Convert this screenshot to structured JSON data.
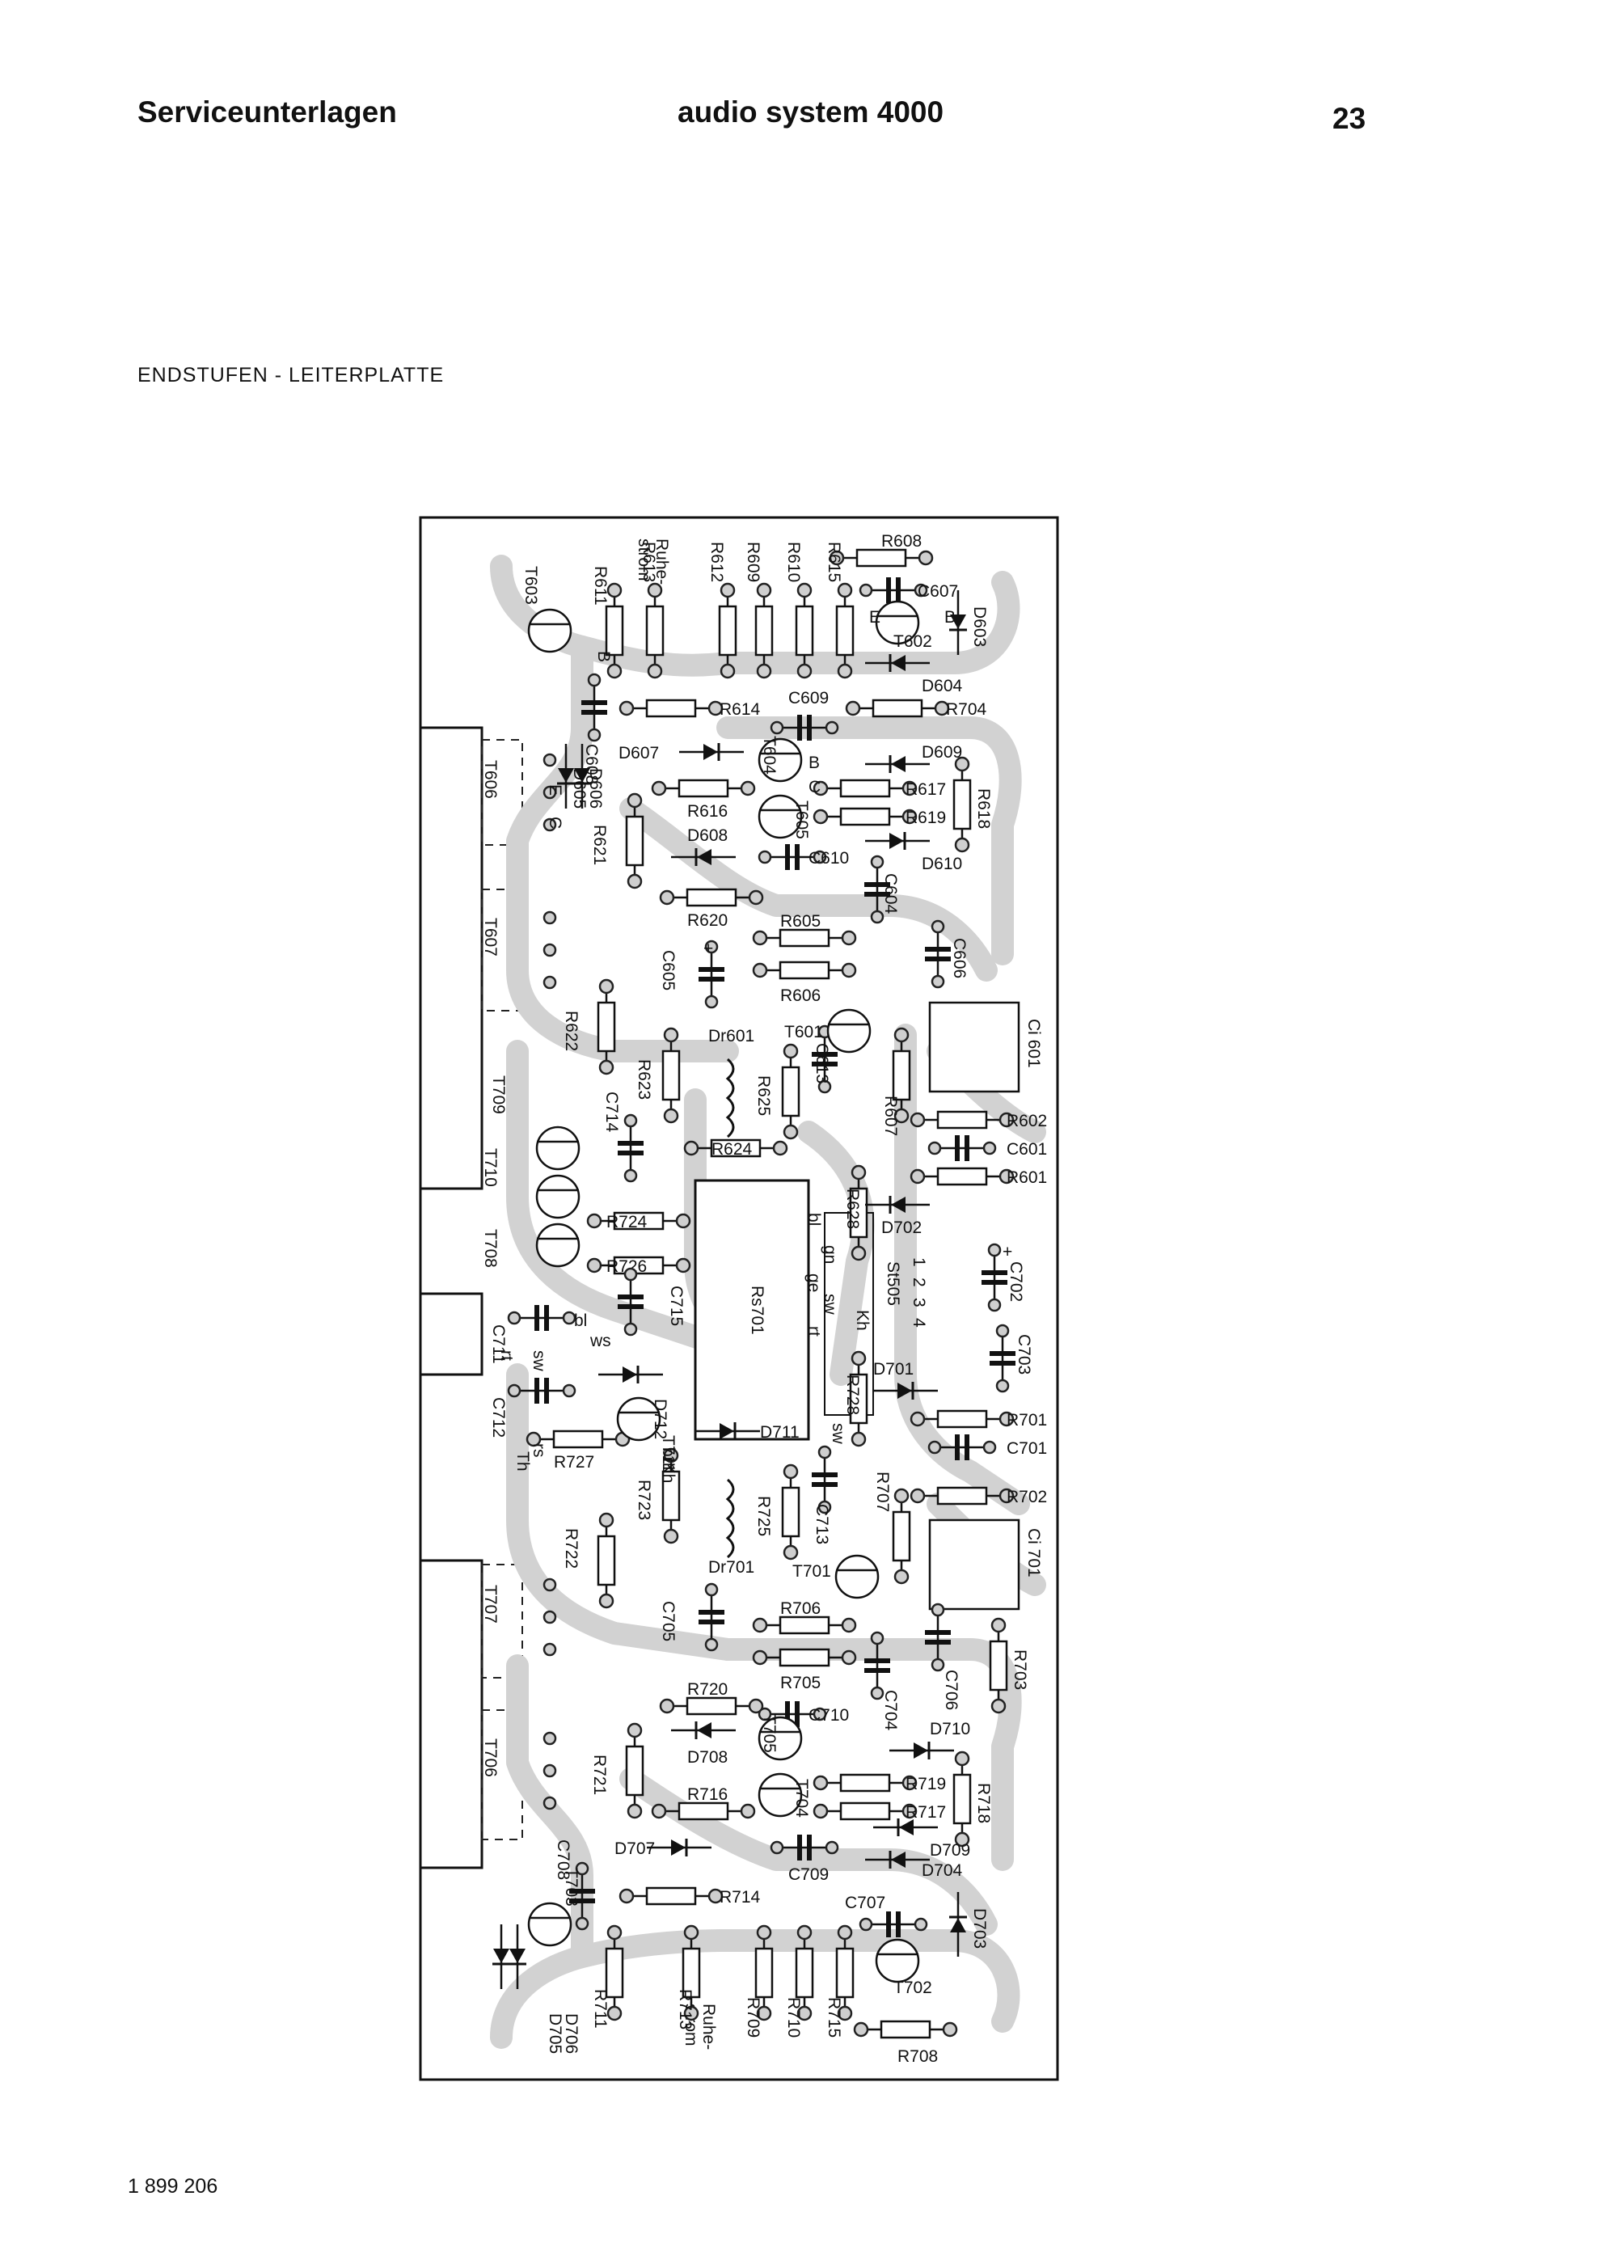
{
  "header": {
    "left": "Serviceunterlagen",
    "center": "audio system 4000",
    "page": "23"
  },
  "subtitle": "ENDSTUFEN - LEITERPLATTE",
  "footer_code": "1 899 206",
  "board_labels": {
    "ruhestrom_top": "Ruhe-",
    "ruhestrom_top2": "strom",
    "ruhestrom_bottom": "Ruhe-",
    "ruhestrom_bottom2": "strom",
    "connector": "St505",
    "relay": "Rs701",
    "dr_top": "Dr601",
    "dr_bottom": "Dr701",
    "ci_top": "Ci 601",
    "ci_bottom": "Ci 701"
  },
  "resistors": [
    "R608",
    "R611",
    "R613",
    "R612",
    "R609",
    "R610",
    "R615",
    "R614",
    "R704",
    "R616",
    "R617",
    "R619",
    "R618",
    "R621",
    "R620",
    "R605",
    "R606",
    "R622",
    "R623",
    "R625",
    "R624",
    "R607",
    "R602",
    "R601",
    "R724",
    "R726",
    "R628",
    "R728",
    "R701",
    "R727",
    "R723",
    "R725",
    "R707",
    "R702",
    "R722",
    "R706",
    "R720",
    "R705",
    "R703",
    "R721",
    "R716",
    "R719",
    "R717",
    "R718",
    "R714",
    "R711",
    "R713",
    "R709",
    "R710",
    "R715",
    "R708"
  ],
  "capacitors": [
    "C607",
    "C609",
    "C608",
    "C610",
    "C604",
    "C605",
    "C606",
    "C613",
    "C714",
    "C601",
    "C702",
    "C715",
    "C711",
    "C712",
    "C703",
    "C701",
    "C713",
    "C705",
    "C706",
    "C710",
    "C704",
    "C708",
    "C709",
    "C707"
  ],
  "transistors": [
    "T603",
    "T602",
    "T604",
    "T605",
    "T606",
    "T607",
    "T601",
    "T709",
    "T710",
    "T708",
    "T711",
    "T707",
    "T701",
    "T705",
    "T704",
    "T706",
    "T703",
    "T702"
  ],
  "diodes": [
    "D603",
    "D604",
    "D607",
    "D609",
    "D605",
    "D606",
    "D608",
    "D610",
    "D702",
    "D701",
    "D712",
    "D711",
    "D710",
    "D708",
    "D707",
    "D709",
    "D704",
    "D703",
    "D705",
    "D706"
  ],
  "pin_labels": [
    "B",
    "C",
    "E",
    "bl",
    "gn",
    "ge",
    "sw",
    "rt",
    "Kh",
    "ws",
    "rs",
    "Th",
    "brKh",
    "1",
    "2",
    "3",
    "4",
    "+"
  ]
}
